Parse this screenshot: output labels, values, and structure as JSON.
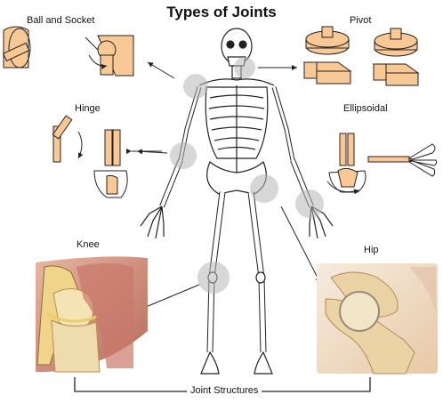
{
  "title": "Types of Joints",
  "labels": {
    "ball_and_socket": "Ball and Socket",
    "pivot": "Pivot",
    "hinge": "Hinge",
    "ellipsoidal": "Ellipsoidal",
    "knee": "Knee",
    "hip": "Hip",
    "footer": "Joint Structures"
  },
  "colors": {
    "joint_fill": "#f8c994",
    "bone_stroke": "#222222",
    "highlight": "#b7b7b7",
    "knee_tissue": "#c68a7a",
    "hip_bone": "#e9d3a4"
  }
}
